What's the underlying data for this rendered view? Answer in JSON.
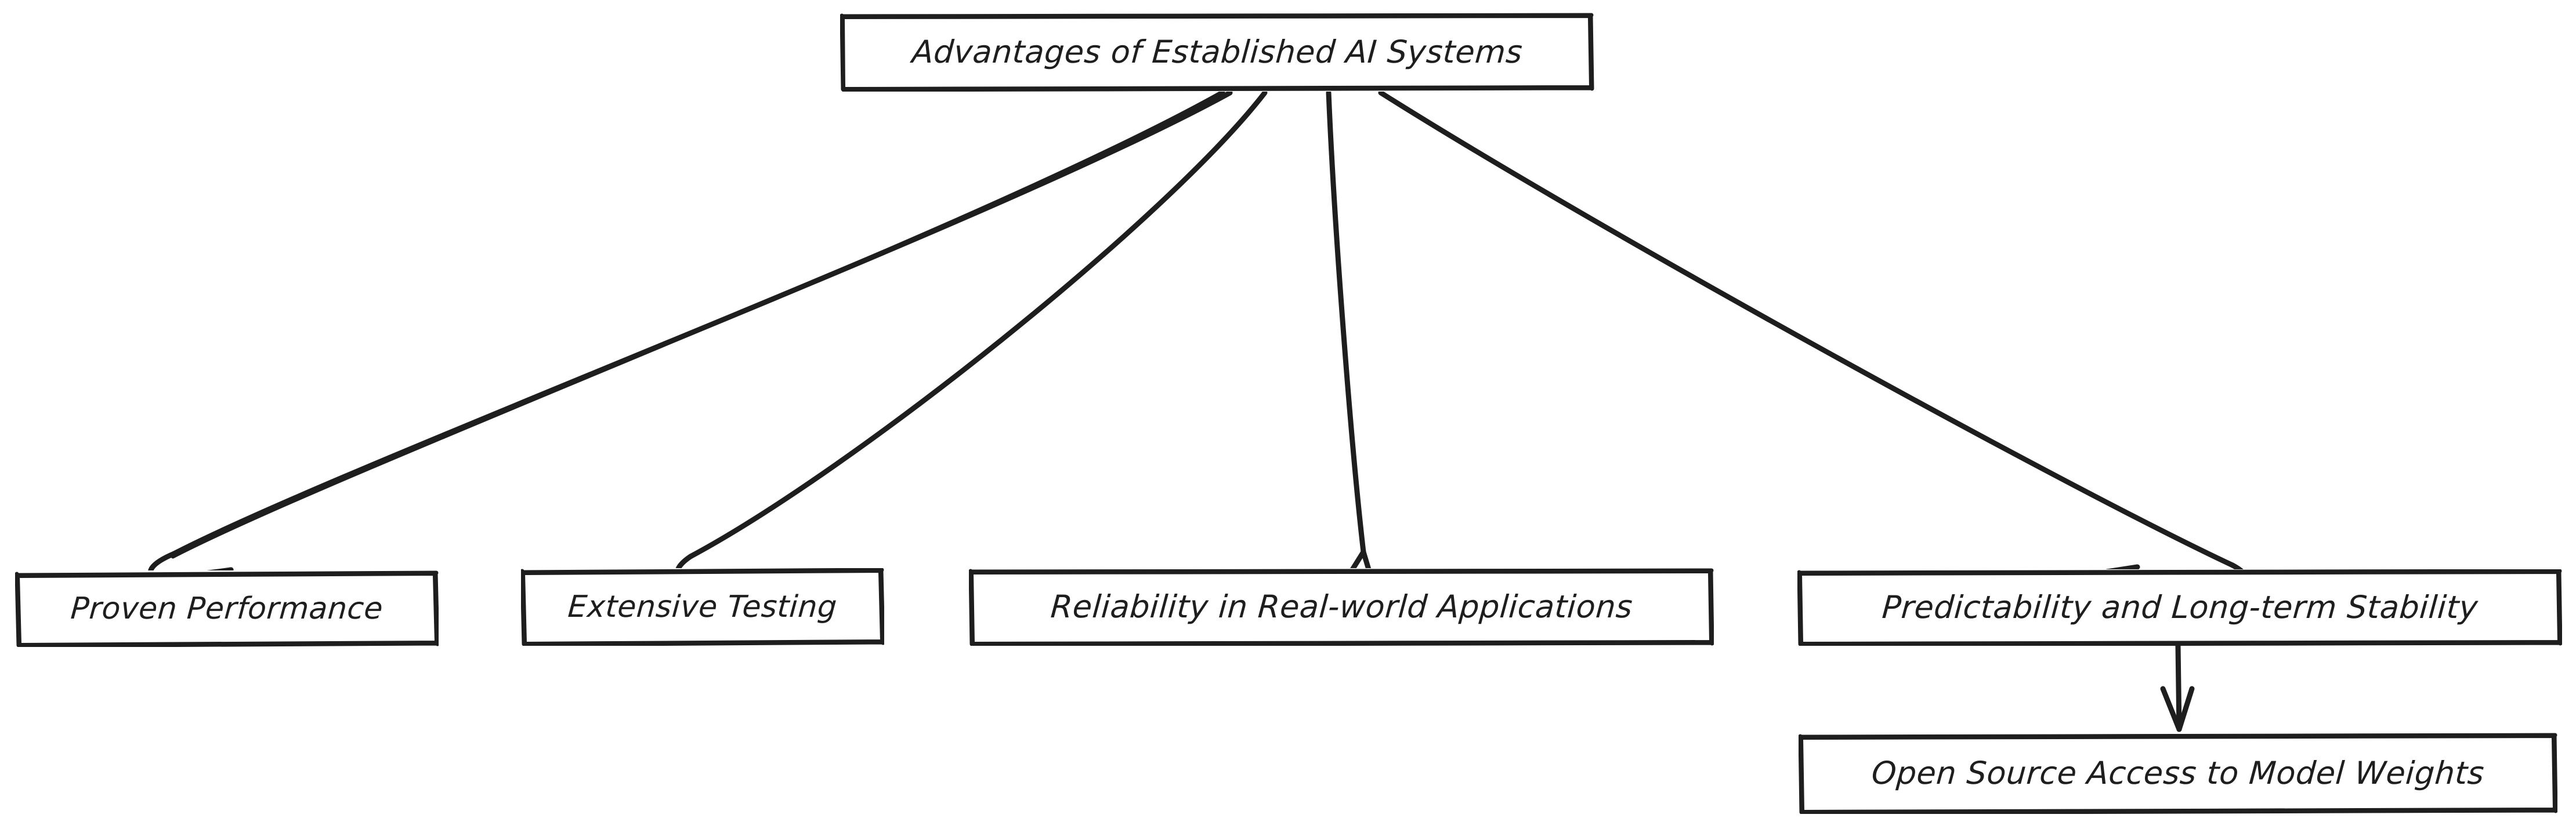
{
  "diagram": {
    "type": "flowchart",
    "direction": "top-down",
    "style": "hand-drawn",
    "background_color": "#ffffff",
    "stroke_color": "#1e1e1e",
    "node_fill_color": "#ffffff",
    "title": "Advantages of Established AI Systems",
    "nodes": [
      {
        "id": "root",
        "label": "Advantages of Established AI Systems",
        "level": 0
      },
      {
        "id": "proven",
        "label": "Proven Performance",
        "level": 1
      },
      {
        "id": "testing",
        "label": "Extensive Testing",
        "level": 1
      },
      {
        "id": "reliab",
        "label": "Reliability in Real-world Applications",
        "level": 1
      },
      {
        "id": "predict",
        "label": "Predictability and Long-term Stability",
        "level": 1
      },
      {
        "id": "weights",
        "label": "Open Source Access to Model Weights",
        "level": 2
      }
    ],
    "edges": [
      {
        "from": "root",
        "to": "proven",
        "arrow": "curved",
        "label": ""
      },
      {
        "from": "root",
        "to": "testing",
        "arrow": "curved",
        "label": ""
      },
      {
        "from": "root",
        "to": "reliab",
        "arrow": "straight",
        "label": ""
      },
      {
        "from": "root",
        "to": "predict",
        "arrow": "curved",
        "label": ""
      },
      {
        "from": "predict",
        "to": "weights",
        "arrow": "straight",
        "label": ""
      }
    ]
  }
}
